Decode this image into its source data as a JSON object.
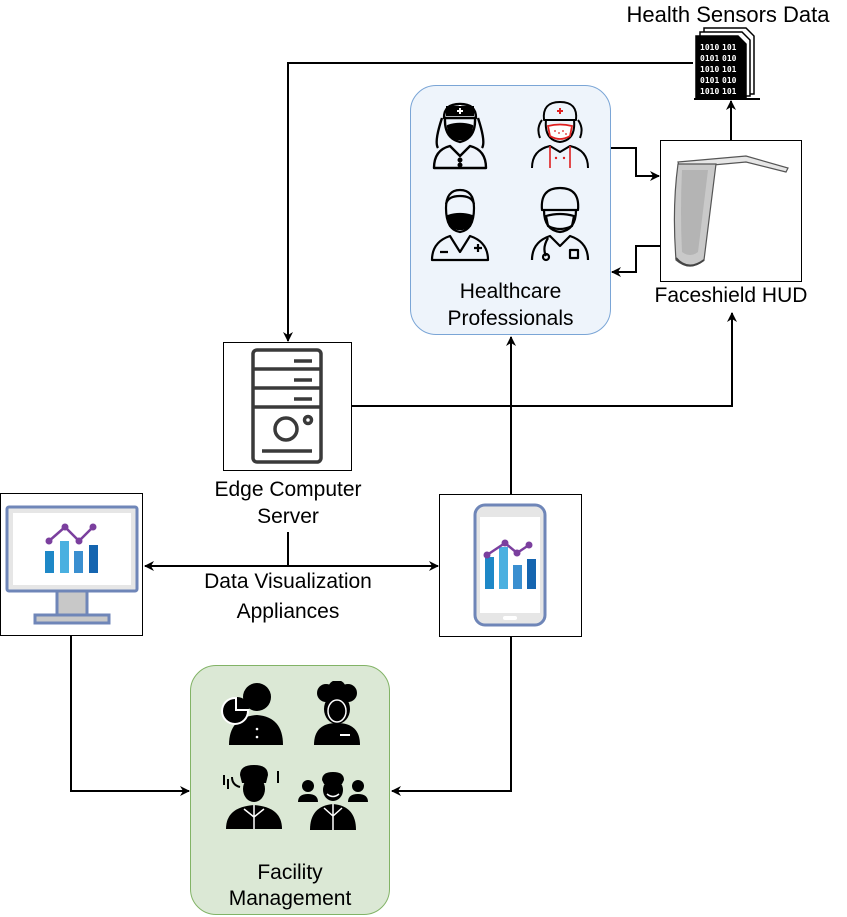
{
  "nodes": {
    "sensors": {
      "label": "Health Sensors Data",
      "icon": "binary-document-stack-icon"
    },
    "healthcare": {
      "label_line1": "Healthcare",
      "label_line2": "Professionals",
      "icons": [
        "nurse-icon",
        "nurse-with-mask-icon",
        "doctor-with-mask-icon",
        "surgeon-icon"
      ]
    },
    "faceshield": {
      "label": "Faceshield HUD",
      "icon": "faceshield-icon"
    },
    "edge": {
      "label_line1": "Edge Computer",
      "label_line2": "Server",
      "icon": "server-tower-icon"
    },
    "visualization": {
      "label_line1": "Data Visualization",
      "label_line2": "Appliances",
      "icons": [
        "monitor-chart-icon",
        "smartphone-chart-icon"
      ]
    },
    "facility": {
      "label_line1": "Facility",
      "label_line2": "Management",
      "icons": [
        "analyst-icon",
        "thinker-icon",
        "stressed-manager-icon",
        "team-icon"
      ]
    }
  },
  "colors": {
    "healthcare_panel_fill": "#eef4fb",
    "healthcare_panel_border": "#7aa5d6",
    "facility_panel_fill": "#dbe8d5",
    "facility_panel_border": "#82b366",
    "chart_line": "#7b3f9e",
    "chart_bars": "#2f7bbf",
    "device_frame": "#6f86b8"
  }
}
